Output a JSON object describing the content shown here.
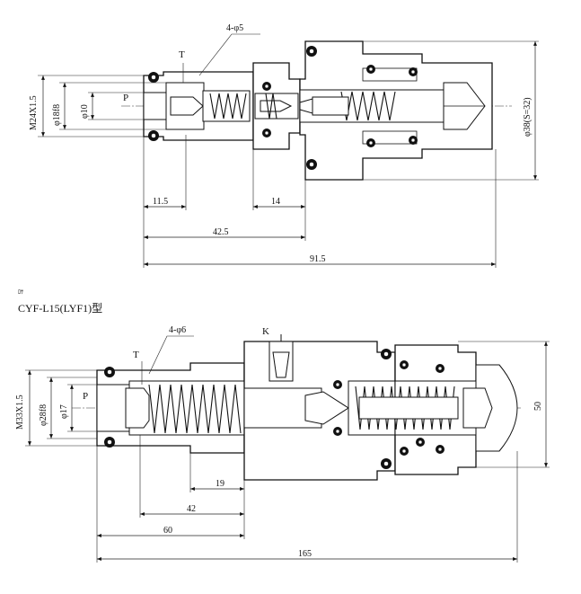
{
  "top_figure": {
    "port_T": "T",
    "port_P": "P",
    "holes": "4-φ5",
    "thread": "M24X1.5",
    "dia_fit": "φ18f8",
    "dia_bore": "φ10",
    "dia_body": "φ38(S=32)",
    "dim_11_5": "11.5",
    "dim_14": "14",
    "dim_42_5": "42.5",
    "dim_91_5": "91.5"
  },
  "small_mark": "ﾛｻ",
  "bottom_title": "CYF-L15(LYF1)型",
  "bottom_figure": {
    "port_T": "T",
    "port_P": "P",
    "port_K": "K",
    "holes": "4-φ6",
    "thread": "M33X1.5",
    "dia_fit": "φ28f8",
    "dia_bore": "φ17",
    "height": "50",
    "dim_19": "19",
    "dim_42": "42",
    "dim_60": "60",
    "dim_165": "165"
  },
  "colors": {
    "line": "#111111",
    "background": "#ffffff"
  }
}
